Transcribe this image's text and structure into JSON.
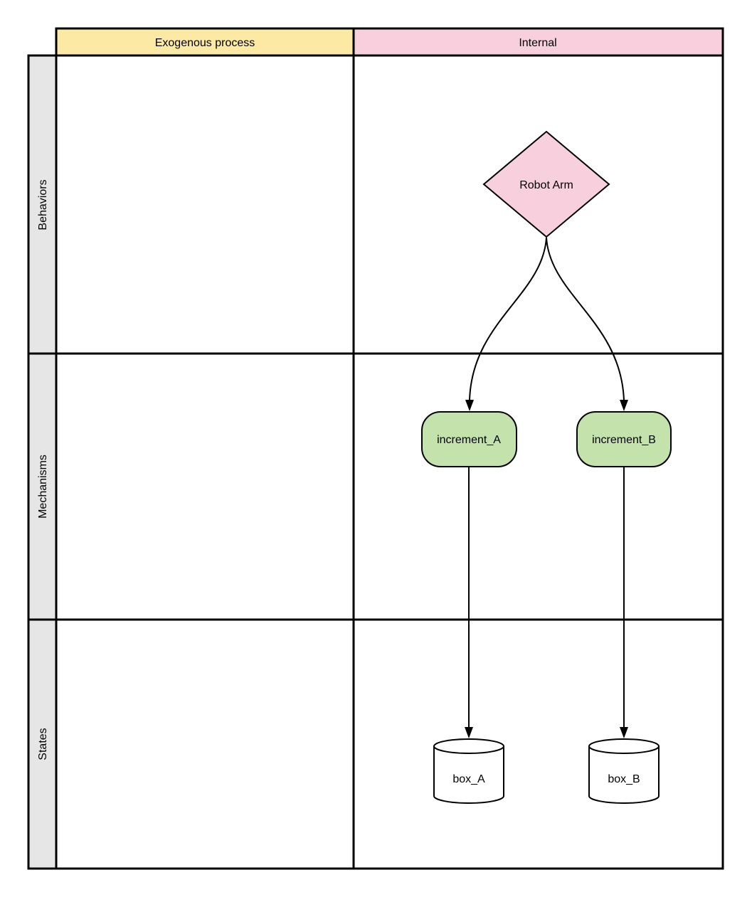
{
  "diagram": {
    "columns": [
      {
        "id": "exogenous",
        "label": "Exogenous process",
        "header_color": "#FCE9A4"
      },
      {
        "id": "internal",
        "label": "Internal",
        "header_color": "#F8D0DD"
      }
    ],
    "rows": [
      {
        "id": "behaviors",
        "label": "Behaviors"
      },
      {
        "id": "mechanisms",
        "label": "Mechanisms"
      },
      {
        "id": "states",
        "label": "States"
      }
    ],
    "nodes": {
      "robot_arm": {
        "label": "Robot Arm",
        "shape": "diamond",
        "fill": "#F8D0DD",
        "row": "Behaviors",
        "column": "Internal"
      },
      "increment_a": {
        "label": "increment_A",
        "shape": "rounded-rectangle",
        "fill": "#C3E2AC",
        "row": "Mechanisms",
        "column": "Internal"
      },
      "increment_b": {
        "label": "increment_B",
        "shape": "rounded-rectangle",
        "fill": "#C3E2AC",
        "row": "Mechanisms",
        "column": "Internal"
      },
      "box_a": {
        "label": "box_A",
        "shape": "cylinder",
        "fill": "#FFFFFF",
        "row": "States",
        "column": "Internal"
      },
      "box_b": {
        "label": "box_B",
        "shape": "cylinder",
        "fill": "#FFFFFF",
        "row": "States",
        "column": "Internal"
      }
    },
    "edges": [
      {
        "from": "Robot Arm",
        "to": "increment_A",
        "style": "curved-arrow"
      },
      {
        "from": "Robot Arm",
        "to": "increment_B",
        "style": "curved-arrow"
      },
      {
        "from": "increment_A",
        "to": "box_A",
        "style": "straight-arrow"
      },
      {
        "from": "increment_B",
        "to": "box_B",
        "style": "straight-arrow"
      }
    ],
    "colors": {
      "header_yellow": "#FCE9A4",
      "header_pink": "#F8D0DD",
      "node_pink": "#F8D0DD",
      "node_green": "#C3E2AC",
      "lane_label_gray": "#E6E6E6",
      "cell_white": "#FFFFFF",
      "line_black": "#000000"
    }
  }
}
